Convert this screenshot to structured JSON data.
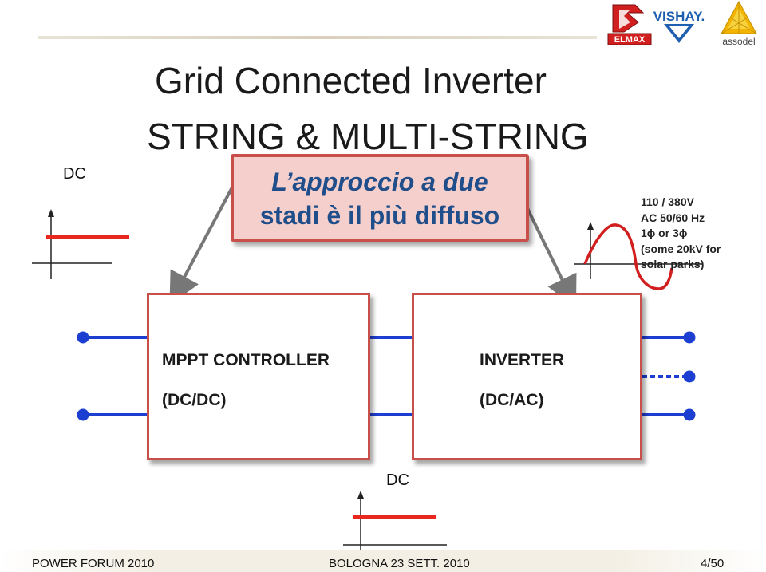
{
  "slide": {
    "title_line1": "Grid Connected Inverter",
    "title_line2": "STRING & MULTI-STRING",
    "callout_line1": "L’approccio a due",
    "callout_line2": "stadi è il più diffuso"
  },
  "labels": {
    "dc_top": "DC",
    "dc_bottom": "DC",
    "ac_info": [
      "110 / 380V",
      "AC 50/60 Hz",
      "1ϕ or 3ϕ",
      "(some 20kV for",
      "solar parks)"
    ]
  },
  "blocks": {
    "mppt": {
      "name": "MPPT CONTROLLER",
      "sub": "(DC/DC)"
    },
    "inverter": {
      "name": "INVERTER",
      "sub": "(DC/AC)"
    }
  },
  "logos": {
    "elmax": "ELMAX",
    "vishay": "VISHAY.",
    "assodel": "assodel"
  },
  "footer": {
    "left": "POWER FORUM 2010",
    "center": "BOLOGNA 23 SETT. 2010",
    "right": "4/50"
  },
  "colors": {
    "accent": "#c9504a",
    "callout_fill": "#f4cfcb",
    "callout_text": "#1f4e8a",
    "wire": "#1c3fd1",
    "dc_level": "#e8281e",
    "ac_wave": "#d11f1f"
  }
}
